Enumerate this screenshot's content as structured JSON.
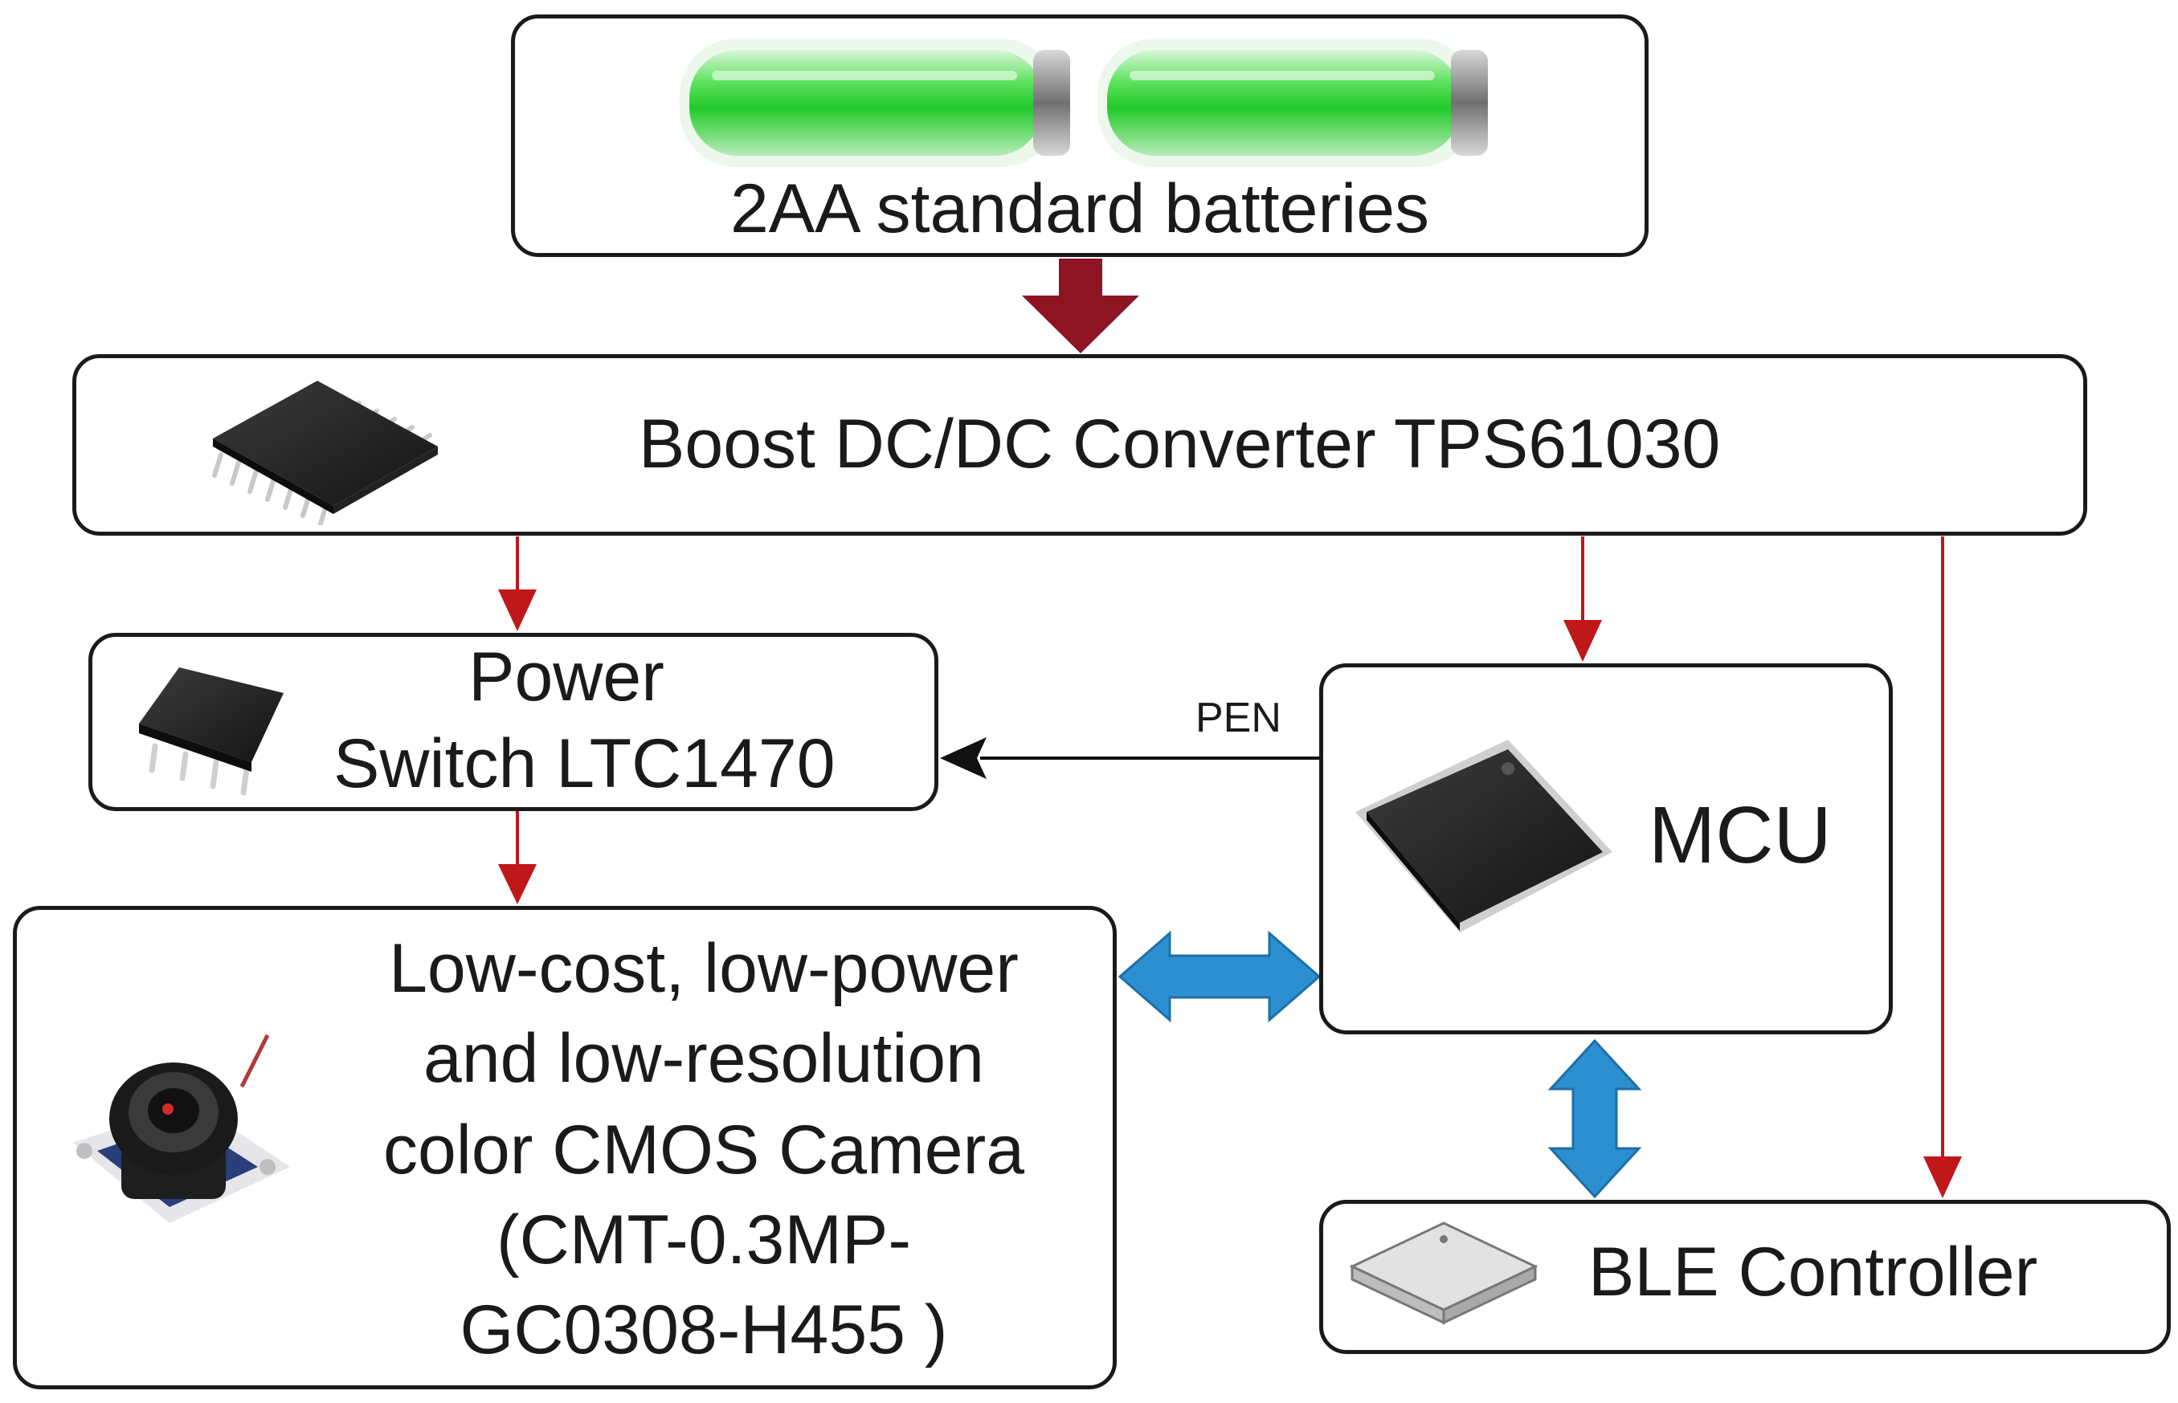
{
  "battery_block": {
    "label": "2AA standard batteries"
  },
  "boost_block": {
    "label": "Boost DC/DC Converter TPS61030"
  },
  "switch_block": {
    "line1": "Power",
    "line2": "Switch LTC1470"
  },
  "mcu_block": {
    "label": "MCU"
  },
  "camera_block": {
    "line1": "Low-cost, low-power",
    "line2": "and low-resolution",
    "line3": "color  CMOS Camera",
    "line4": "(CMT-0.3MP-",
    "line5": "GC0308-H455 )"
  },
  "ble_block": {
    "label": "BLE Controller"
  },
  "signal": {
    "pen": "PEN"
  },
  "colors": {
    "power": "#c0171b",
    "power_main": "#8e1424",
    "data_bus": "#2b8fd0",
    "signal": "#111111",
    "battery": "#2fd63a"
  }
}
